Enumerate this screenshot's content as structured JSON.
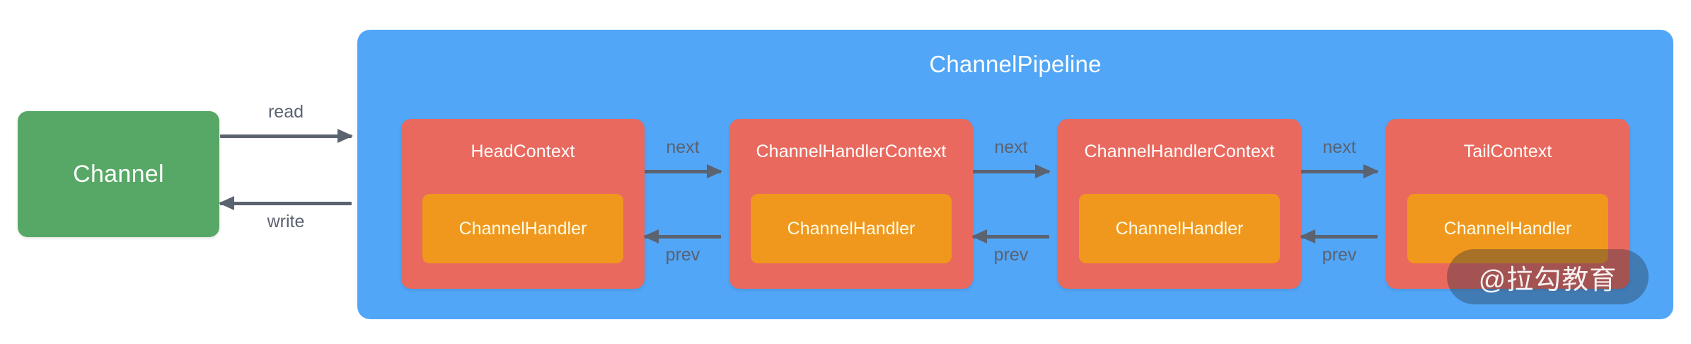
{
  "diagram": {
    "title": "ChannelPipeline",
    "channel": {
      "label": "Channel"
    },
    "pipeline": {
      "title": "ChannelPipeline",
      "contexts": [
        {
          "title": "HeadContext",
          "handler": "ChannelHandler"
        },
        {
          "title": "ChannelHandlerContext",
          "handler": "ChannelHandler"
        },
        {
          "title": "ChannelHandlerContext",
          "handler": "ChannelHandler"
        },
        {
          "title": "TailContext",
          "handler": "ChannelHandler"
        }
      ]
    },
    "channel_links": {
      "inbound_label": "read",
      "outbound_label": "write"
    },
    "context_links": [
      {
        "forward_label": "next",
        "backward_label": "prev"
      },
      {
        "forward_label": "next",
        "backward_label": "prev"
      },
      {
        "forward_label": "next",
        "backward_label": "prev"
      }
    ],
    "watermark": {
      "text": "@拉勾教育"
    },
    "colors": {
      "background": "#ffffff",
      "channel": "#57a866",
      "pipeline": "#51a6f7",
      "context": "#e9695e",
      "handler": "#f0981d",
      "arrow": "#5b6270",
      "text_light": "#ffffff"
    }
  }
}
